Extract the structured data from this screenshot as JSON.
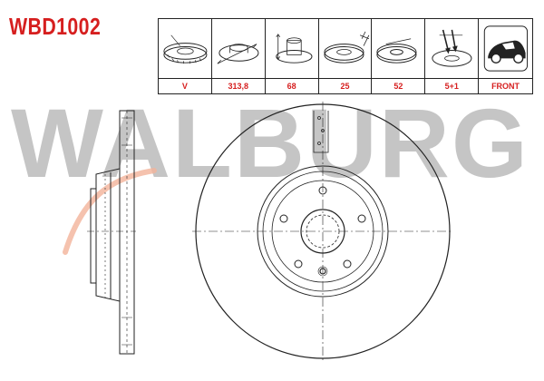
{
  "header": {
    "part_code": "WBD1002"
  },
  "brand": {
    "watermark": "WALBURG"
  },
  "spec_table": {
    "columns": [
      {
        "icon": "disc-type-icon",
        "value": "V"
      },
      {
        "icon": "disc-diameter-icon",
        "value": "313,8"
      },
      {
        "icon": "disc-height-icon",
        "value": "68"
      },
      {
        "icon": "disc-thickness-icon",
        "value": "25"
      },
      {
        "icon": "disc-center-bore-icon",
        "value": "52"
      },
      {
        "icon": "disc-bolt-holes-icon",
        "value": "5+1"
      },
      {
        "icon": "car-front-axle-icon",
        "value": "FRONT"
      }
    ]
  },
  "colors": {
    "accent": "#d61f1f",
    "line": "#222222",
    "watermark": "#969696"
  }
}
